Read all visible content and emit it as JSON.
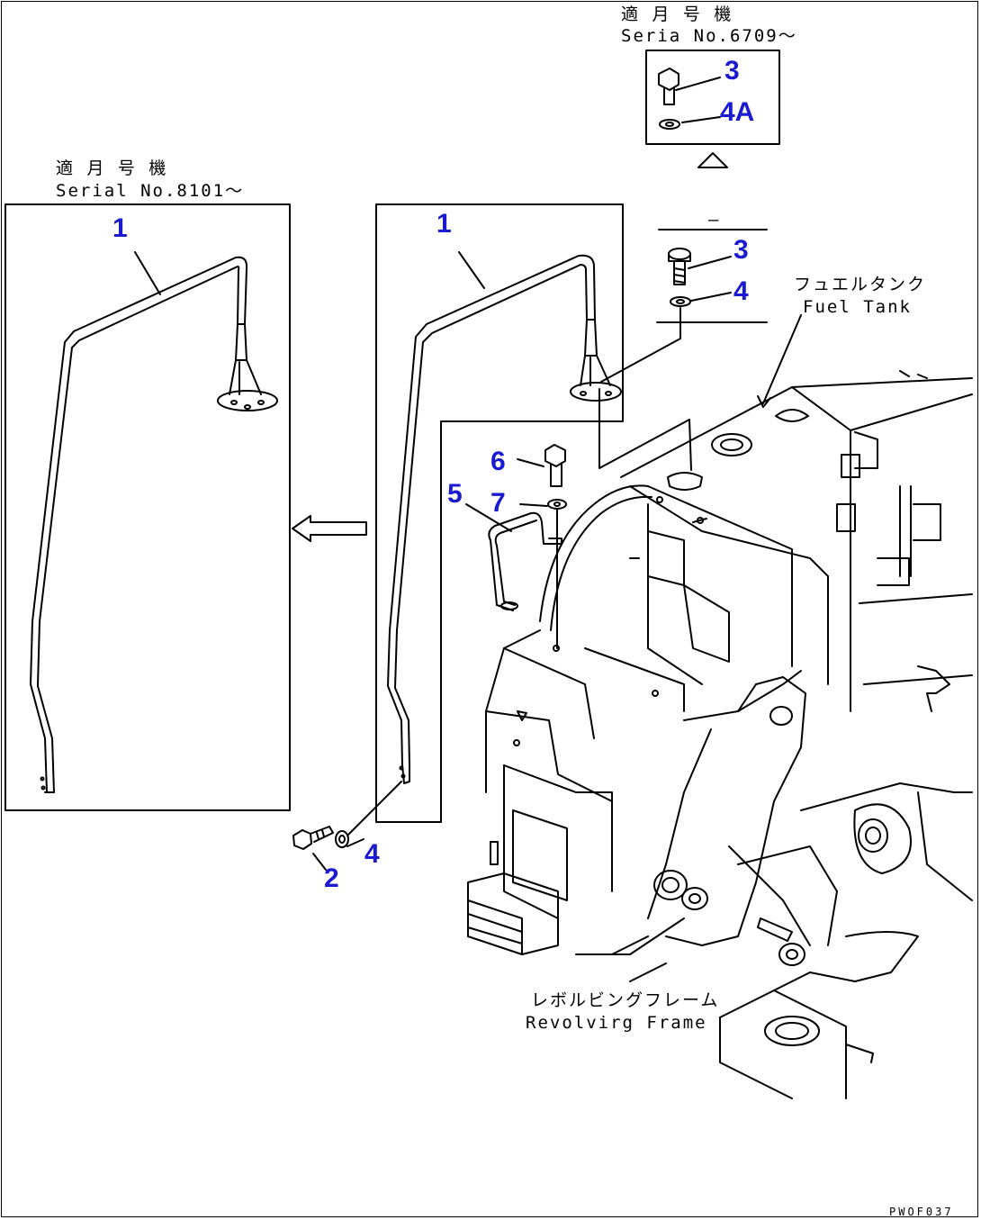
{
  "labels": {
    "serial_b_jp": "適 月 号 機",
    "serial_b": "Seria  No.6709～",
    "serial_a_jp": "適 月 号 機",
    "serial_a": "Serial No.8101～",
    "fuel_tank_jp": "フュエルタンク",
    "fuel_tank": "Fuel Tank",
    "frame_jp": "レボルビングフレーム",
    "frame": "Revolvirg Frame",
    "drawing_code": "PWOF037",
    "dash": "—"
  },
  "callouts": {
    "c1_left": "1",
    "c1_mid": "1",
    "c2": "2",
    "c3_top": "3",
    "c4a": "4A",
    "c3": "3",
    "c4_right": "4",
    "c4_left": "4",
    "c5": "5",
    "c6": "6",
    "c7": "7"
  },
  "colors": {
    "line": "#000000",
    "callout": "#1a1ad0",
    "background": "#ffffff"
  }
}
